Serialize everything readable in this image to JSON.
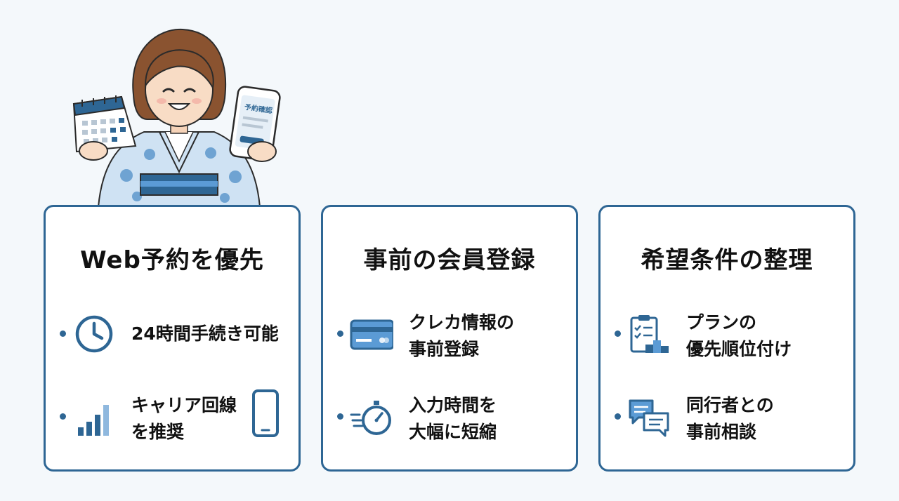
{
  "illustration": {
    "phone_text": "予約確認"
  },
  "cards": [
    {
      "title": "Web予約を優先",
      "rows": [
        {
          "lines": [
            "24時間手続き可能"
          ],
          "icon": "clock-icon"
        },
        {
          "lines": [
            "キャリア回線",
            "を推奨"
          ],
          "icon": "signal-bars-icon",
          "trailing_icon": "smartphone-icon"
        }
      ]
    },
    {
      "title": "事前の会員登録",
      "rows": [
        {
          "lines": [
            "クレカ情報の",
            "事前登録"
          ],
          "icon": "credit-card-icon"
        },
        {
          "lines": [
            "入力時間を",
            "大幅に短縮"
          ],
          "icon": "stopwatch-icon"
        }
      ]
    },
    {
      "title": "希望条件の整理",
      "rows": [
        {
          "lines": [
            "プランの",
            "優先順位付け"
          ],
          "icon": "clipboard-ranking-icon"
        },
        {
          "lines": [
            "同行者との",
            "事前相談"
          ],
          "icon": "chat-bubbles-icon"
        }
      ]
    }
  ],
  "colors": {
    "accent": "#2e6694",
    "accent_light": "#5b9bd5",
    "background": "#f4f8fb"
  }
}
